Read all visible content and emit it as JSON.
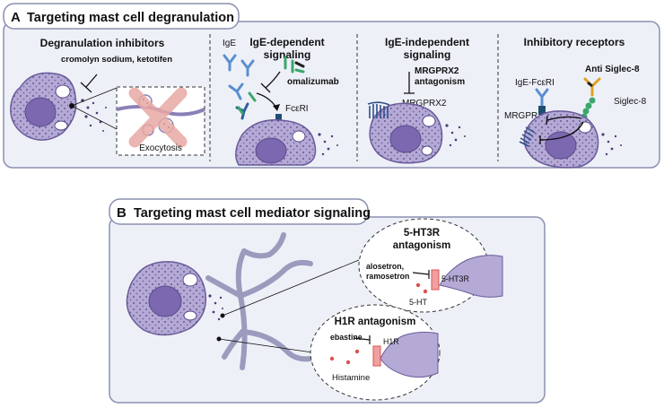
{
  "panelA": {
    "letter": "A",
    "title": "Targeting mast cell degranulation",
    "sections": {
      "degran": {
        "heading": "Degranulation inhibitors",
        "drugs": "cromolyn sodium, ketotifen",
        "exocytosis": "Exocytosis"
      },
      "igeDep": {
        "heading_line1": "IgE-dependent",
        "heading_line2": "signaling",
        "ige": "IgE",
        "drug": "omalizumab",
        "receptor": "FcεRI"
      },
      "igeIndep": {
        "heading_line1": "IgE-independent",
        "heading_line2": "signaling",
        "drug_line1": "MRGPRX2",
        "drug_line2": "antagonism",
        "receptor": "MRGPRX2"
      },
      "inhib": {
        "heading": "Inhibitory receptors",
        "drug": "Anti Siglec-8",
        "receptor1": "IgE-FcεRI",
        "receptor2": "Siglec-8",
        "receptor3": "MRGPRX2"
      }
    }
  },
  "panelB": {
    "letter": "B",
    "title": "Targeting mast cell mediator signaling",
    "ht3": {
      "heading_line1": "5-HT3R",
      "heading_line2": "antagonism",
      "drugs_line1": "alosetron,",
      "drugs_line2": "ramosetron",
      "receptor": "5-HT3R",
      "ligand": "5-HT"
    },
    "h1": {
      "heading": "H1R antagonism",
      "drug": "ebastine",
      "receptor": "H1R",
      "ligand": "Histamine"
    }
  },
  "colors": {
    "panel_bg": "#eef0f8",
    "panel_border": "#8a90b0",
    "cell_fill": "#b5a9d6",
    "cell_stroke": "#6a5c9a",
    "nucleus": "#7b68b0",
    "granule": "#4a3f78",
    "neuron": "#9b9bbd",
    "receptor_red": "#d9534f",
    "exo_x": "#e8a9a4"
  }
}
